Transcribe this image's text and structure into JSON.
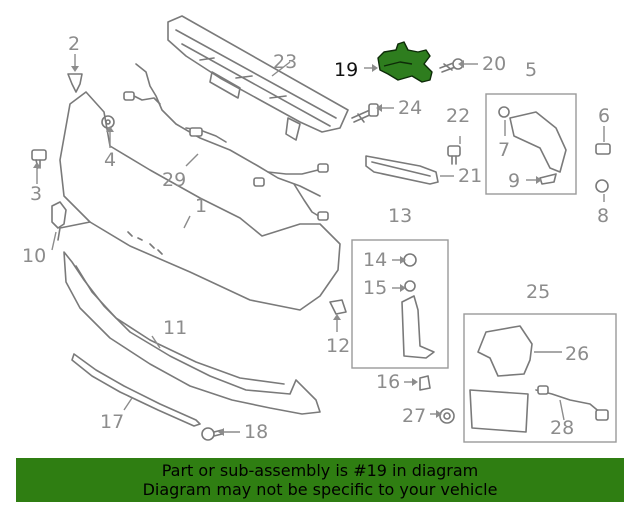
{
  "highlight_color": "#2e7d1e",
  "banner": {
    "background": "#2f7e12",
    "line1": "Part or sub-assembly is #19 in diagram",
    "line2": "Diagram may not be specific to your vehicle"
  },
  "callouts": {
    "c1": "1",
    "c2": "2",
    "c3": "3",
    "c4": "4",
    "c5": "5",
    "c6": "6",
    "c7": "7",
    "c8": "8",
    "c9": "9",
    "c10": "10",
    "c11": "11",
    "c12": "12",
    "c13": "13",
    "c14": "14",
    "c15": "15",
    "c16": "16",
    "c17": "17",
    "c18": "18",
    "c19": "19",
    "c20": "20",
    "c21": "21",
    "c22": "22",
    "c23": "23",
    "c24": "24",
    "c25": "25",
    "c26": "26",
    "c27": "27",
    "c28": "28",
    "c29": "29"
  }
}
